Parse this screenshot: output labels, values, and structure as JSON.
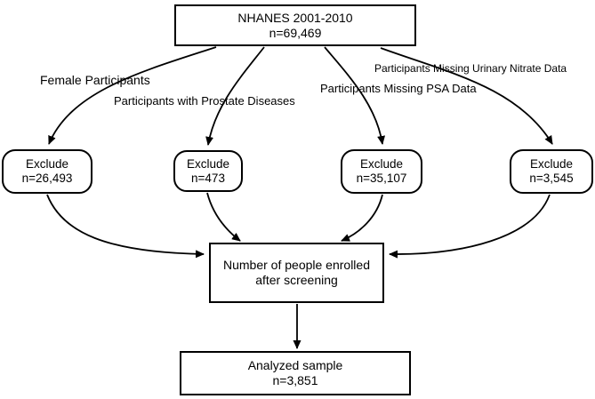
{
  "diagram": {
    "title_box": {
      "line1": "NHANES 2001-2010",
      "line2": "n=69,469"
    },
    "branch_labels": {
      "female": "Female Participants",
      "prostate": "Participants with Prostate Diseases",
      "psa": "Participants Missing PSA Data",
      "nitrate": "Participants Missing Urinary Nitrate Data"
    },
    "exclude_boxes": [
      {
        "line1": "Exclude",
        "line2": "n=26,493"
      },
      {
        "line1": "Exclude",
        "line2": "n=473"
      },
      {
        "line1": "Exclude",
        "line2": "n=35,107"
      },
      {
        "line1": "Exclude",
        "line2": "n=3,545"
      }
    ],
    "enrolled_box": {
      "line1": "Number of people enrolled",
      "line2": "after screening"
    },
    "analyzed_box": {
      "line1": "Analyzed sample",
      "line2": "n=3,851"
    },
    "colors": {
      "line": "#000000",
      "text": "#000000",
      "background": "#ffffff"
    }
  }
}
